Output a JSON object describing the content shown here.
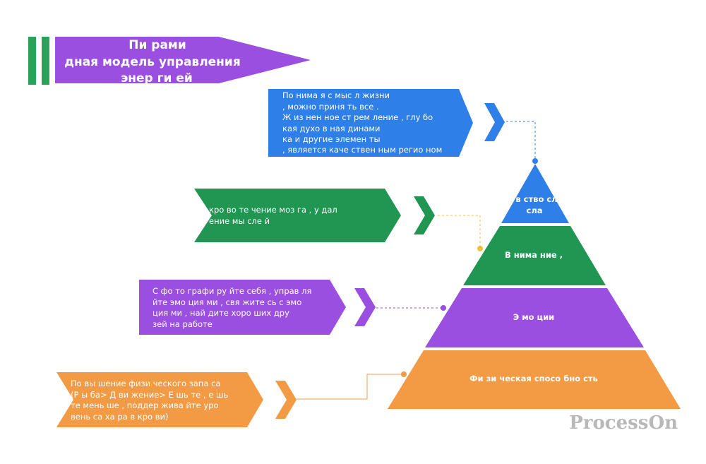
{
  "colors": {
    "blue": "#2e7fe8",
    "green": "#219652",
    "purple": "#9b4fe0",
    "orange": "#f39a44",
    "title_bar_green": "#2aa35a",
    "watermark": "#b8b8b8"
  },
  "title": {
    "lines": [
      "Пи рами",
      "дная  модель  управления",
      "энер ги ей"
    ]
  },
  "pyramid_levels": [
    {
      "id": "top",
      "lines": [
        "в ство  сл",
        "сла"
      ]
    },
    {
      "id": "second",
      "lines": [
        "В нима ние ,"
      ]
    },
    {
      "id": "third",
      "lines": [
        "Э мо ции"
      ]
    },
    {
      "id": "base",
      "lines": [
        "Фи зи ческая  спосо бно сть"
      ]
    }
  ],
  "boxes": [
    {
      "id": "blue",
      "lines": [
        "По нима я  с мыс л  жизни",
        " ,  можно  приня ть  все .",
        "Ж из нен ное  ст рем ление ,  глу бо",
        "кая  духо в ная  динами",
        "ка  и  другие  элемен ты",
        " ,  является  каче ствен ным  регио ном"
      ]
    },
    {
      "id": "green",
      "lines": [
        "кро во те чение  моз га ,  у дал",
        "ение  мы сле й"
      ]
    },
    {
      "id": "purple",
      "lines": [
        "С фо то графи ру йте  себя ,  управ ля",
        "йте  эмо ция ми ,  свя жите сь  с  эмо",
        "ция ми ,  най дите  хоро ших  дру",
        "зей  на  работе"
      ]
    },
    {
      "id": "orange",
      "lines": [
        "По вы шение  физи ческого  запа са",
        "(Р ы ба> Д ви жение> Е шь те ,  е шь",
        "те  мень ше ,  поддер жива йте  уро",
        "вень  са ха ра  в  кро ви)"
      ]
    }
  ],
  "watermark": "ProcessOn"
}
